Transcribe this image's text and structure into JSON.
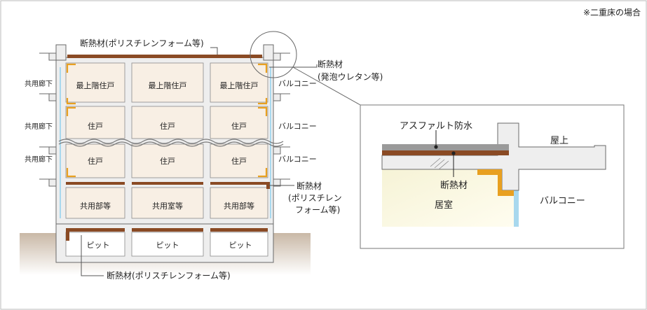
{
  "note": "※二重床の場合",
  "labels": {
    "top_insulation": "断熱材(ポリスチレンフォーム等)",
    "roof_insulation_l1": "断熱材",
    "roof_insulation_l2": "(発泡ウレタン等)",
    "mid_insulation_l1": "断熱材",
    "mid_insulation_l2": "(ポリスチレン",
    "mid_insulation_l3": "フォーム等)",
    "bottom_insulation": "断熱材(ポリスチレンフォーム等)"
  },
  "left_labels": [
    "共用廊下",
    "共用廊下",
    "共用廊下"
  ],
  "right_labels": [
    "バルコニー",
    "バルコニー",
    "バルコニー"
  ],
  "units": {
    "row1": [
      "最上階住戸",
      "最上階住戸",
      "最上階住戸"
    ],
    "row2": [
      "住戸",
      "住戸",
      "住戸"
    ],
    "row3": [
      "住戸",
      "住戸",
      "住戸"
    ],
    "row4": [
      "共用部等",
      "共用室等",
      "共用部等"
    ],
    "pit": [
      "ピット",
      "ピット",
      "ピット"
    ]
  },
  "detail": {
    "waterproof": "アスファルト防水",
    "rooftop": "屋上",
    "insulation": "断熱材",
    "room": "居室",
    "balcony": "バルコニー"
  },
  "colors": {
    "concrete": "#eeeeee",
    "concrete_stroke": "#6a6a6a",
    "room": "#f8efe4",
    "insulation_brown": "#8a4a24",
    "insulation_orange": "#e8a020",
    "glass": "#a8d8ee",
    "ground": "#c9b8a6",
    "waterproof_gray": "#9a9a9a"
  }
}
